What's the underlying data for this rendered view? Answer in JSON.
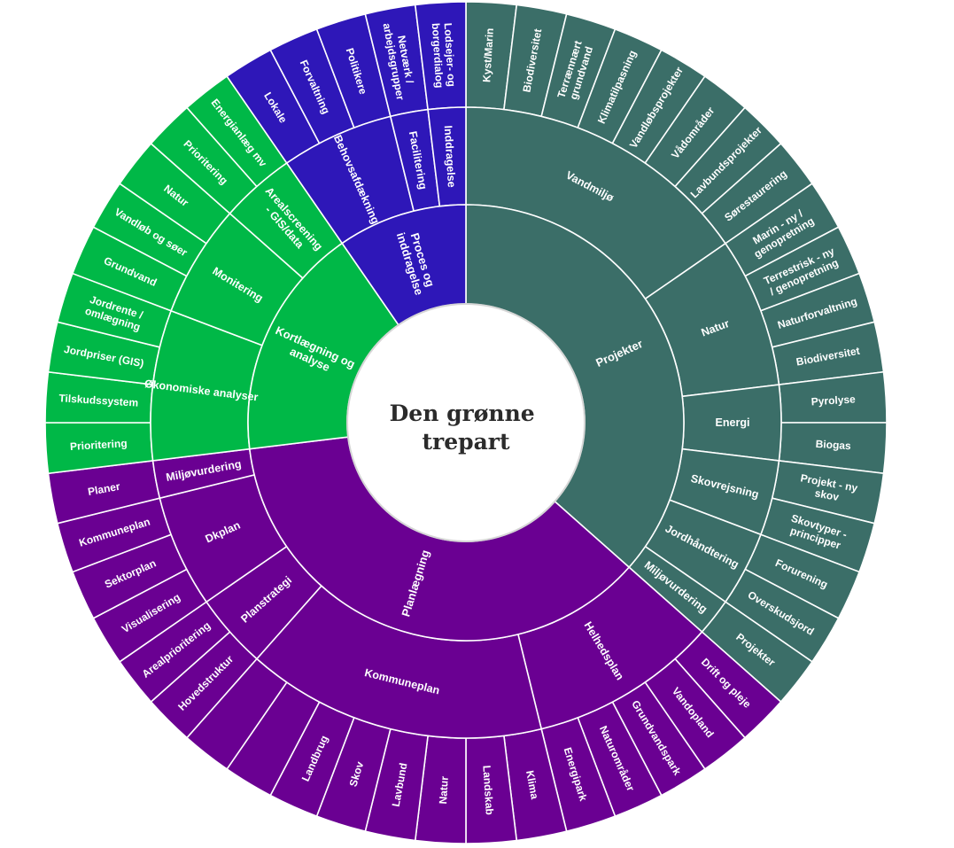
{
  "chart_data": {
    "type": "sunburst",
    "center_title": [
      "Den grønne",
      "trepart"
    ],
    "colors": {
      "Projekter": "#3b6e68",
      "Planlægning": "#6a0092",
      "Kortlægning og analyse": "#00b847",
      "Proces og inddragelse": "#2e17b8"
    },
    "categories": [
      {
        "name": "Projekter",
        "children": [
          {
            "name": "Vandmiljø",
            "children": [
              "Kyst/Marin",
              "Biodiversitet",
              "Terrænnært grundvand",
              "Klimatilpasning",
              "Vandløbsprojekter",
              "Vådområder",
              "Lavbundsprojekter",
              "Sørestaurering"
            ]
          },
          {
            "name": "Natur",
            "children": [
              "Marin - ny / genopretning",
              "Terrestrisk - ny / genopretning",
              "Naturforvaltning",
              "Biodiversitet"
            ]
          },
          {
            "name": "Energi",
            "children": [
              "Pyrolyse",
              "Biogas"
            ]
          },
          {
            "name": "Skovrejsning",
            "children": [
              "Projekt - ny skov",
              "Skovtyper - principper"
            ]
          },
          {
            "name": "Jordhåndtering",
            "children": [
              "Forurening",
              "Overskudsjord"
            ]
          },
          {
            "name": "Miljøvurdering",
            "children": [
              "Projekter"
            ]
          }
        ]
      },
      {
        "name": "Planlægning",
        "children": [
          {
            "name": "Helhedsplan",
            "children": [
              "Drift og pleje",
              "Vandopland",
              "Grundvandspark",
              "Naturområder",
              "Energipark"
            ]
          },
          {
            "name": "Kommuneplan",
            "children": [
              "Klima",
              "Landskab",
              "Natur",
              "Lavbund",
              "Skov",
              "Landbrug",
              "",
              ""
            ]
          },
          {
            "name": "Planstrategi",
            "children": [
              "Hovedstruktur",
              "Arealprioritering"
            ]
          },
          {
            "name": "Dkplan",
            "children": [
              "Visualisering",
              "Sektorplan",
              "Kommuneplan"
            ]
          },
          {
            "name": "Miljøvurdering",
            "children": [
              "Planer"
            ]
          }
        ]
      },
      {
        "name": "Kortlægning og analyse",
        "children": [
          {
            "name": "Økonomiske analyser",
            "children": [
              "Prioritering",
              "Tilskudssystem",
              "Jordpriser (GIS)",
              "Jordrente / omlægning"
            ]
          },
          {
            "name": "Monitering",
            "children": [
              "Grundvand",
              "Vandløb og søer",
              "Natur"
            ]
          },
          {
            "name": "Arealscreening - GIS/data",
            "children": [
              "Prioritering",
              "Energianlæg mv"
            ]
          }
        ]
      },
      {
        "name": "Proces og inddragelse",
        "children": [
          {
            "name": "Behovsafdækning",
            "children": [
              "Lokale",
              "Forvaltning",
              "Politikere"
            ]
          },
          {
            "name": "Facilitering",
            "children": [
              "Netværk / arbejdsgrupper"
            ]
          },
          {
            "name": "Inddragelse",
            "children": [
              "Lodsejer- og borgerdialog"
            ]
          }
        ]
      }
    ]
  }
}
